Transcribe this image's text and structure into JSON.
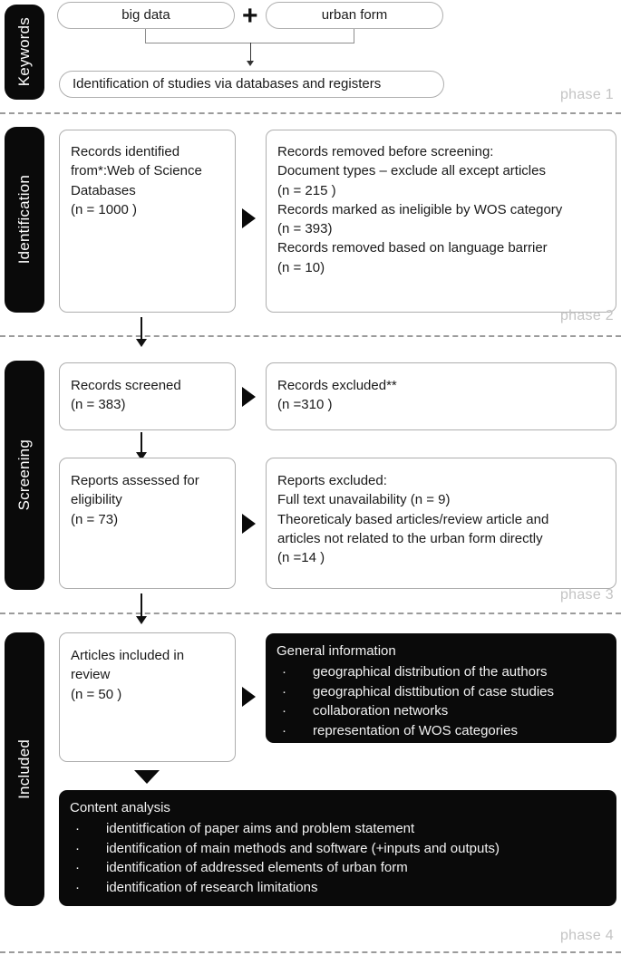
{
  "diagram": {
    "title": "PRISMA flow diagram",
    "colors": {
      "black": "#0a0a0a",
      "box_border": "#aeaeae",
      "phase_label": "#c4c4c4",
      "separator": "#9b9b9b",
      "connector": "#8d8d8d"
    },
    "phase_labels": [
      {
        "text": "phase 1"
      },
      {
        "text": "phase 2"
      },
      {
        "text": "phase 3"
      },
      {
        "text": "phase 4"
      }
    ],
    "sidebar_tabs": [
      {
        "label": "Keywords"
      },
      {
        "label": "Identification"
      },
      {
        "label": "Screening"
      },
      {
        "label": "Included"
      }
    ],
    "phase1": {
      "keyword_left": "big data",
      "operator": "+",
      "keyword_right": "urban form",
      "identification_bar": "Identification of studies via databases and registers"
    },
    "phase2": {
      "records_identified": [
        "Records identified",
        "from*:Web of Science",
        "Databases",
        "(n = 1000 )"
      ],
      "records_removed": [
        "Records removed before screening:",
        "Document types – exclude all except articles",
        "(n = 215 )",
        "Records marked as ineligible by WOS category",
        "(n = 393)",
        "Records removed based on language barrier",
        "(n = 10)"
      ]
    },
    "phase3": {
      "records_screened": [
        "Records screened",
        "(n = 383)"
      ],
      "records_excluded": [
        "Records excluded**",
        "(n =310 )"
      ],
      "reports_assessed": [
        "Reports assessed for",
        "eligibility",
        "(n = 73)"
      ],
      "reports_excluded": [
        "Reports excluded:",
        "Full text unavailability (n = 9)",
        "Theoreticaly based articles/review article and",
        "articles not related to the urban form directly",
        "(n =14 )"
      ]
    },
    "phase4": {
      "articles_included": [
        "Articles included in",
        "review",
        "(n = 50 )"
      ],
      "general_information": {
        "heading": "General information",
        "bullet_glyph": "·",
        "items": [
          "geographical distribution of the authors",
          "geographical disttibution of case studies",
          "collaboration networks",
          "representation of WOS categories"
        ]
      },
      "content_analysis": {
        "heading": "Content analysis",
        "bullet_glyph": "·",
        "items": [
          "identitfication of paper aims and problem statement",
          "identification of main methods and software (+inputs and outputs)",
          "identification of addressed elements of urban form",
          "identification of research limitations"
        ]
      }
    }
  }
}
